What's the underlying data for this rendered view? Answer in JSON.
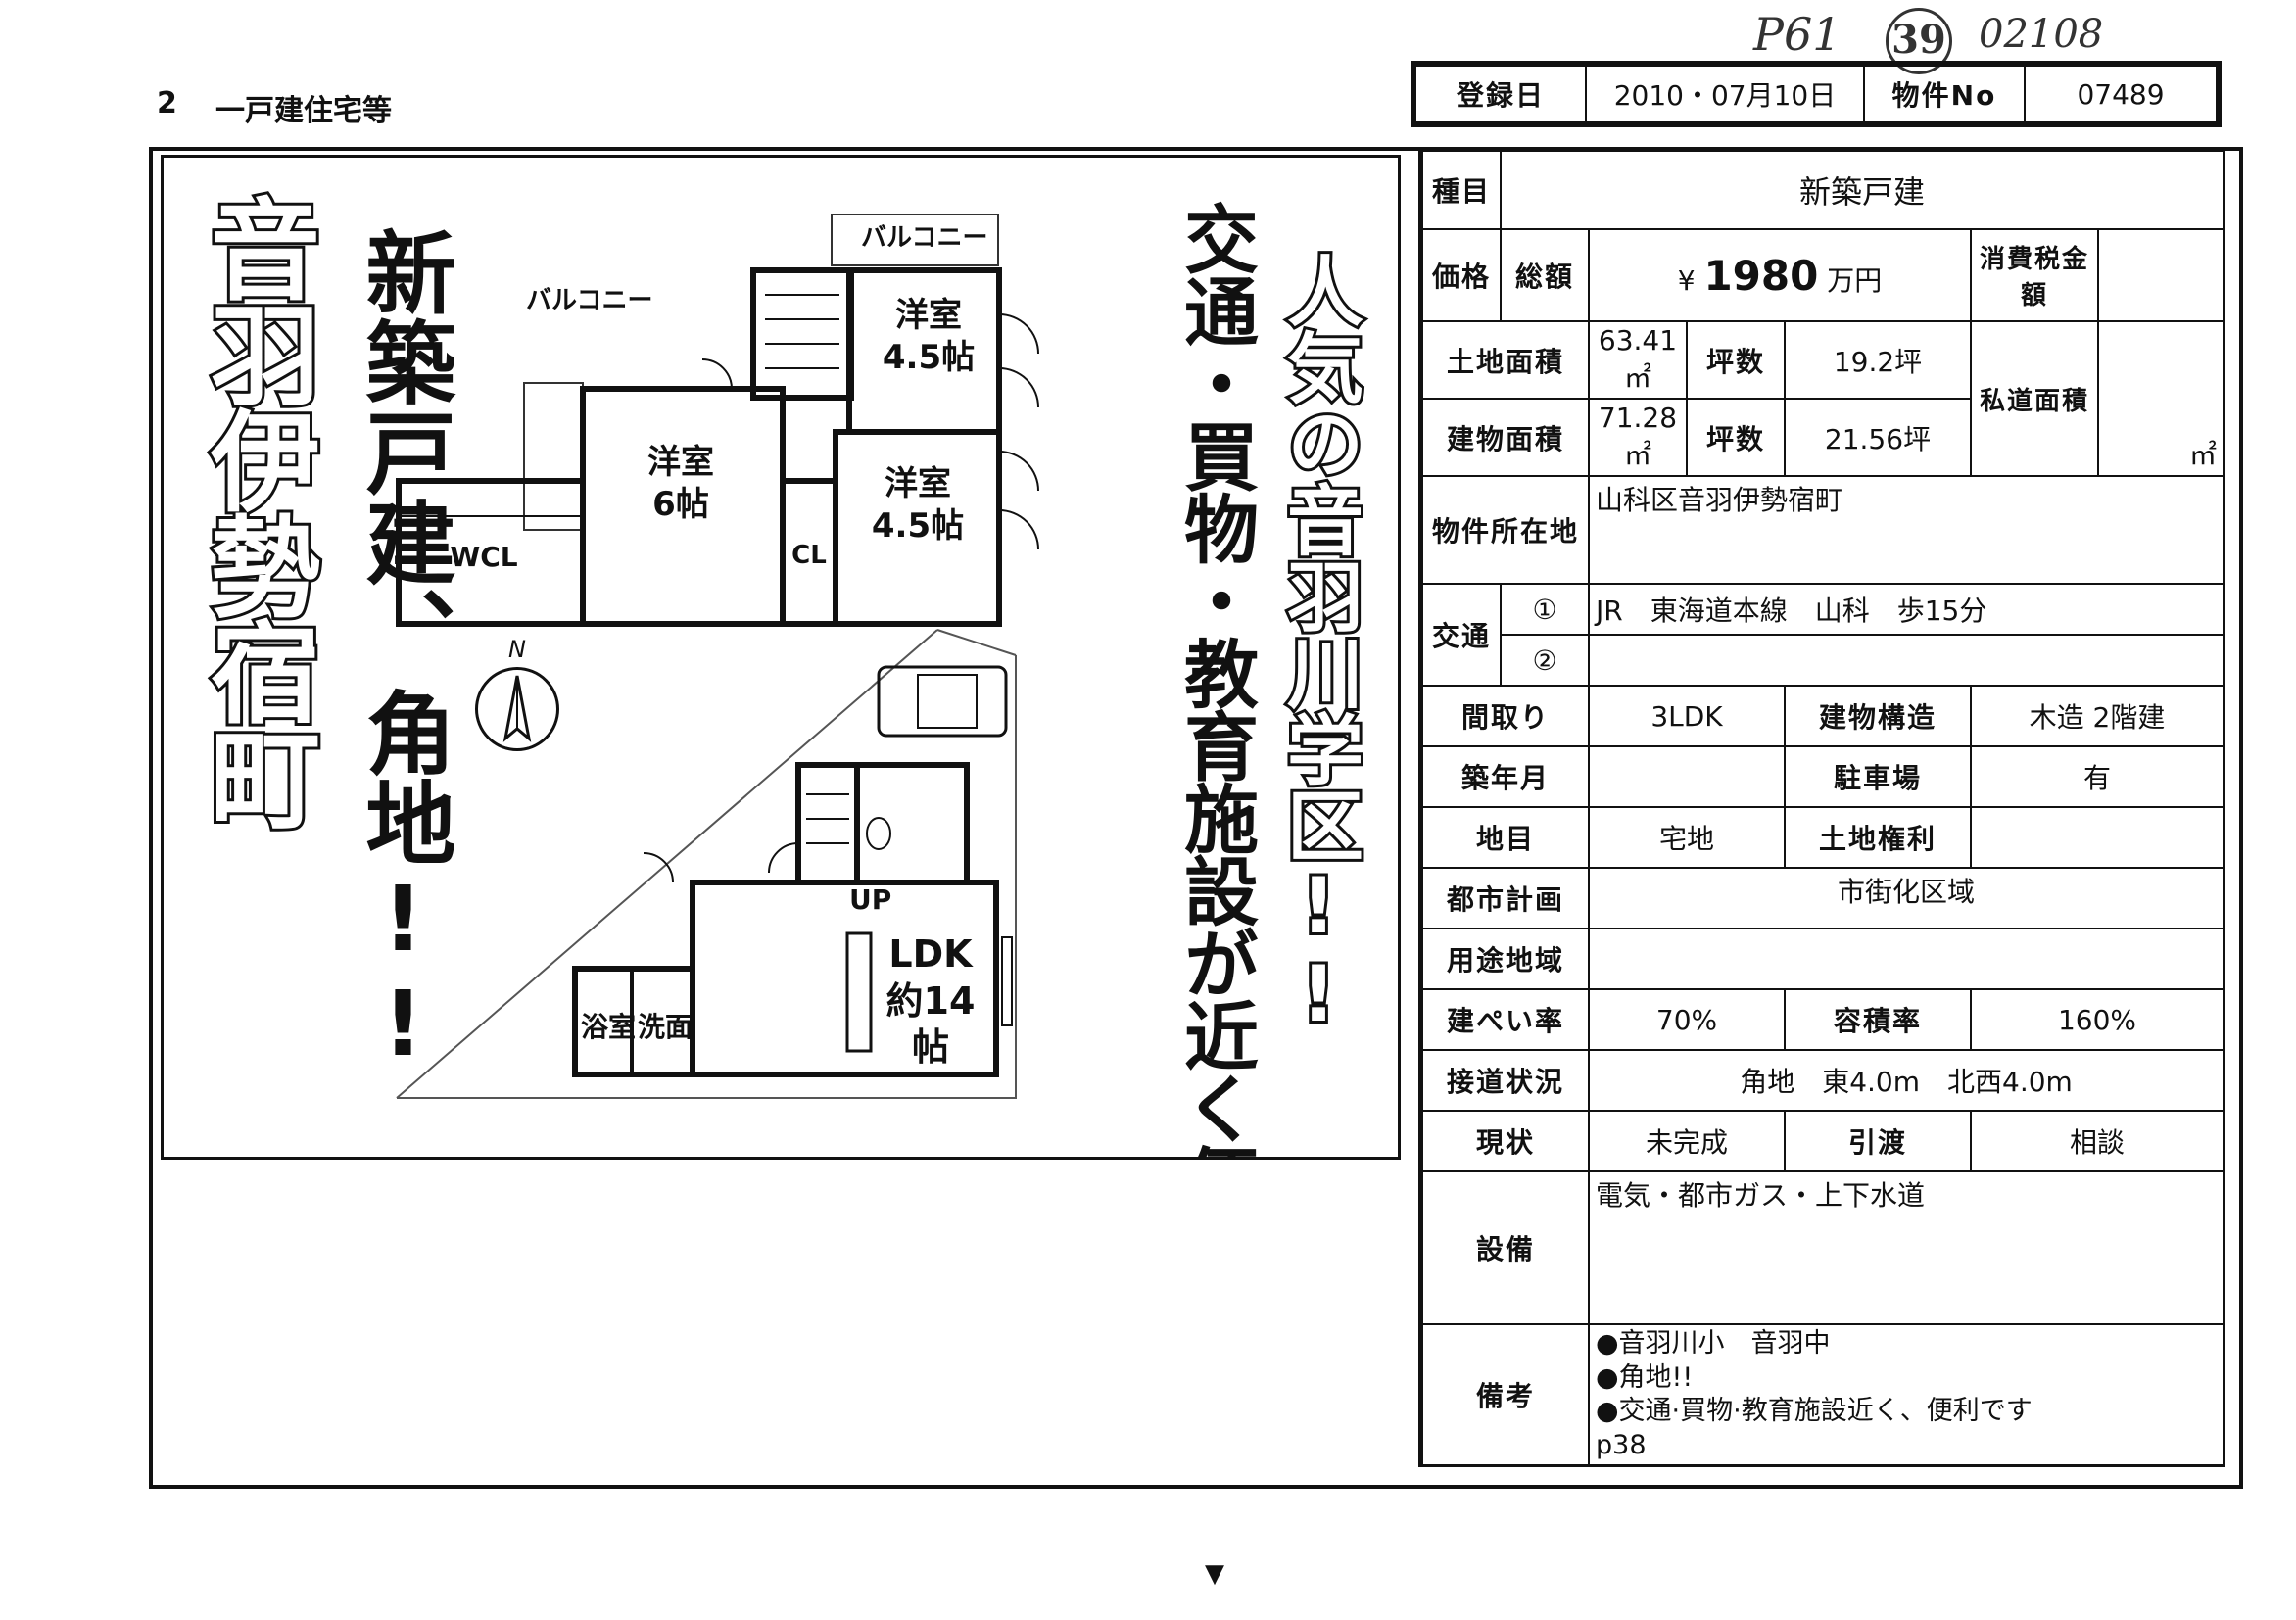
{
  "handwritten": {
    "page": "P61",
    "circled": "39",
    "code": "02108"
  },
  "page_header": {
    "number": "2",
    "category": "一戸建住宅等"
  },
  "top_box": {
    "reg_date_label": "登録日",
    "reg_date": "2010・07月10日",
    "property_no_label": "物件No",
    "property_no": "07489"
  },
  "ad": {
    "location": "音羽伊勢宿町",
    "feature1": "新築戸建、",
    "feature2": "角地!!",
    "slogan1": "交通・買物・教育施設が近く便利地",
    "slogan2": "人気の音羽川学区!!"
  },
  "floorplan": {
    "balcony1": "バルコニー",
    "balcony2": "バルコニー",
    "r1": "洋室",
    "r1_size": "4.5帖",
    "r2": "洋室",
    "r2_size": "6帖",
    "r3": "洋室",
    "r3_size": "4.5帖",
    "wcl": "WCL",
    "cl": "CL",
    "up": "UP",
    "ldk": "LDK",
    "ldk_size": "約14帖",
    "bath": "浴室",
    "wash": "洗面",
    "north": "N"
  },
  "info": {
    "type_label": "種目",
    "type": "新築戸建",
    "price_label": "価格",
    "total_label": "総額",
    "price_prefix": "¥",
    "price": "1980",
    "price_unit": "万円",
    "tax_label": "消費税金額",
    "tax": "",
    "land_area_label": "土地面積",
    "land_area": "63.41㎡",
    "tsubo_label1": "坪数",
    "land_tsubo": "19.2坪",
    "private_road_label": "私道面積",
    "private_road_unit": "㎡",
    "building_area_label": "建物面積",
    "building_area": "71.28㎡",
    "tsubo_label2": "坪数",
    "building_tsubo": "21.56坪",
    "address_label": "物件所在地",
    "address": "山科区音羽伊勢宿町",
    "transport_label": "交通",
    "t1_mark": "①",
    "t1": "JR　東海道本線　山科　歩15分",
    "t2_mark": "②",
    "t2": "",
    "layout_label": "間取り",
    "layout": "3LDK",
    "structure_label": "建物構造",
    "structure": "木造 2階建",
    "built_label": "築年月",
    "built": "",
    "parking_label": "駐車場",
    "parking": "有",
    "landcat_label": "地目",
    "landcat": "宅地",
    "landright_label": "土地権利",
    "landright": "",
    "cityplan_label": "都市計画",
    "cityplan": "市街化区域",
    "zoning_label": "用途地域",
    "zoning": "",
    "bcr_label": "建ぺい率",
    "bcr": "70%",
    "far_label": "容積率",
    "far": "160%",
    "road_label": "接道状況",
    "road": "角地　東4.0m　北西4.0m",
    "status_label": "現状",
    "status": "未完成",
    "handover_label": "引渡",
    "handover": "相談",
    "facility_label": "設備",
    "facility": "電気・都市ガス・上下水道",
    "remarks_label": "備考",
    "remarks": [
      "●音羽川小　音羽中",
      "●角地!!",
      "●交通·買物·教育施設近く、便利です",
      "p38"
    ]
  },
  "footer_mark": "▼"
}
